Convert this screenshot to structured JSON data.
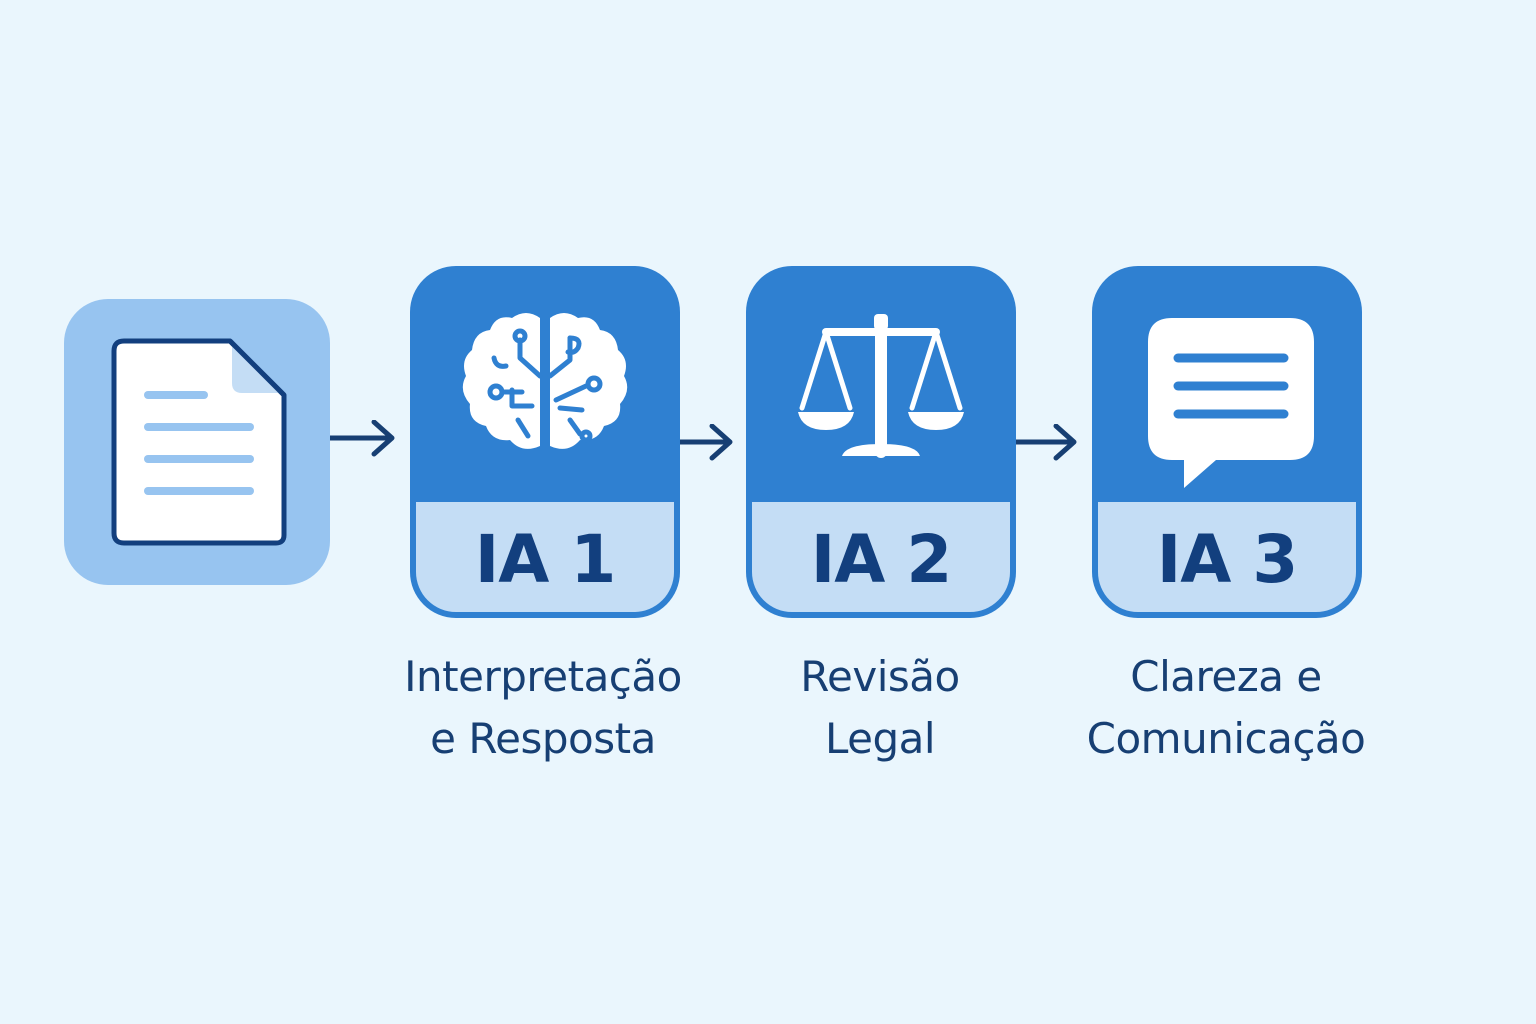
{
  "colors": {
    "background": "#eaf6fd",
    "doc_card": "#97c4f0",
    "stage_card": "#2f80d1",
    "label_panel": "#c4ddf5",
    "label_text": "#123f7e",
    "caption_text": "#173f73",
    "arrow": "#173f73"
  },
  "input_document": {
    "icon": "document-icon"
  },
  "stages": [
    {
      "label": "IA 1",
      "icon": "brain-circuit-icon",
      "caption_line1": "Interpretação",
      "caption_line2": "e Resposta"
    },
    {
      "label": "IA 2",
      "icon": "scales-of-justice-icon",
      "caption_line1": "Revisão",
      "caption_line2": "Legal"
    },
    {
      "label": "IA 3",
      "icon": "chat-bubble-icon",
      "caption_line1": "Clareza e",
      "caption_line2": "Comunicação"
    }
  ],
  "connectors": [
    {
      "from": "input_document",
      "to": "IA 1",
      "icon": "arrow-right-icon"
    },
    {
      "from": "IA 1",
      "to": "IA 2",
      "icon": "arrow-right-icon"
    },
    {
      "from": "IA 2",
      "to": "IA 3",
      "icon": "arrow-right-icon"
    }
  ]
}
